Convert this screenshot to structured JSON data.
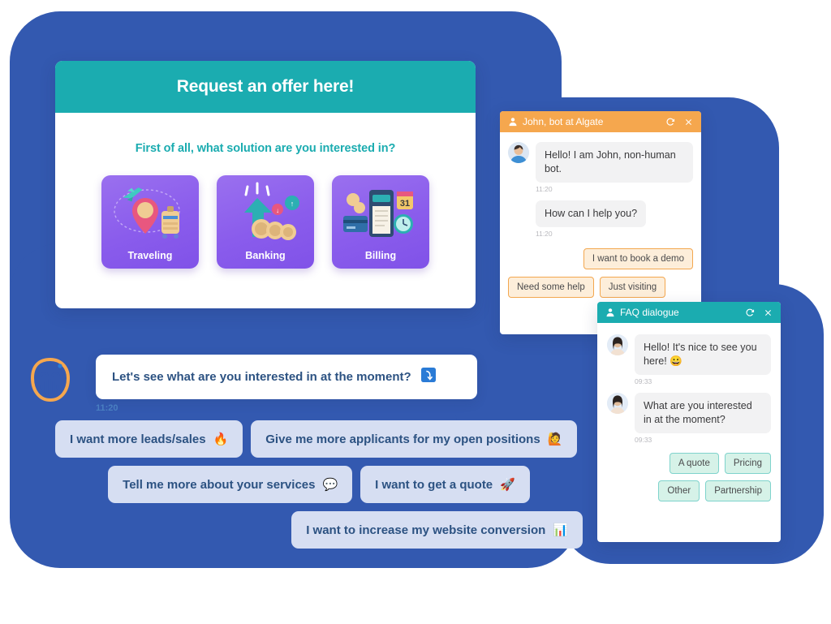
{
  "colors": {
    "blob_blue": "#3359B0",
    "teal": "#1BACB0",
    "orange": "#F5A74E",
    "tile_purple": "#8A5CEC",
    "chip_blue_bg": "#D6DEF2",
    "chip_blue_text": "#2C5282"
  },
  "offer_card": {
    "header_title": "Request an offer here!",
    "subtitle": "First of all, what solution are you interested in?",
    "tiles": [
      {
        "label": "Traveling",
        "icon": "travel-pin-icon"
      },
      {
        "label": "Banking",
        "icon": "growth-arrow-coins-icon"
      },
      {
        "label": "Billing",
        "icon": "payment-terminal-icon"
      }
    ]
  },
  "john_widget": {
    "title": "John, bot at Algate",
    "header_icons": {
      "person": "person-icon",
      "refresh": "refresh-icon",
      "close": "close-icon"
    },
    "messages": [
      {
        "from": "bot",
        "text": "Hello! I am John, non-human bot.",
        "time": "11:20",
        "avatar": "john-avatar"
      },
      {
        "from": "bot",
        "text": "How can I help you?",
        "time": "11:20",
        "avatar": null
      }
    ],
    "quick_replies": [
      "I want to book a demo",
      "Need some help",
      "Just visiting"
    ]
  },
  "faq_widget": {
    "title": "FAQ dialogue",
    "header_icons": {
      "person": "person-icon",
      "refresh": "refresh-icon",
      "close": "close-icon"
    },
    "messages": [
      {
        "from": "bot",
        "text": "Hello! It's nice to see you here! 😀",
        "time": "09:33",
        "avatar": "agent-avatar"
      },
      {
        "from": "bot",
        "text": "What are you interested in at the moment?",
        "time": "09:33",
        "avatar": "agent-avatar"
      }
    ],
    "quick_replies": [
      "A quote",
      "Pricing",
      "Other",
      "Partnership"
    ]
  },
  "conversation": {
    "avatar_icon": "bot-face-icon",
    "lead_message": "Let's see what are you interested in at the moment?",
    "lead_emoji": "⤵",
    "lead_time": "11:20",
    "suggestions": [
      {
        "text": "I want more leads/sales",
        "emoji": "🔥"
      },
      {
        "text": "Give me more applicants for my open positions",
        "emoji": "🙋"
      },
      {
        "text": "Tell me more about your services",
        "emoji": "💬"
      },
      {
        "text": "I want to get a quote",
        "emoji": "🚀"
      },
      {
        "text": "I want to increase my website conversion",
        "emoji": "📊"
      }
    ]
  }
}
